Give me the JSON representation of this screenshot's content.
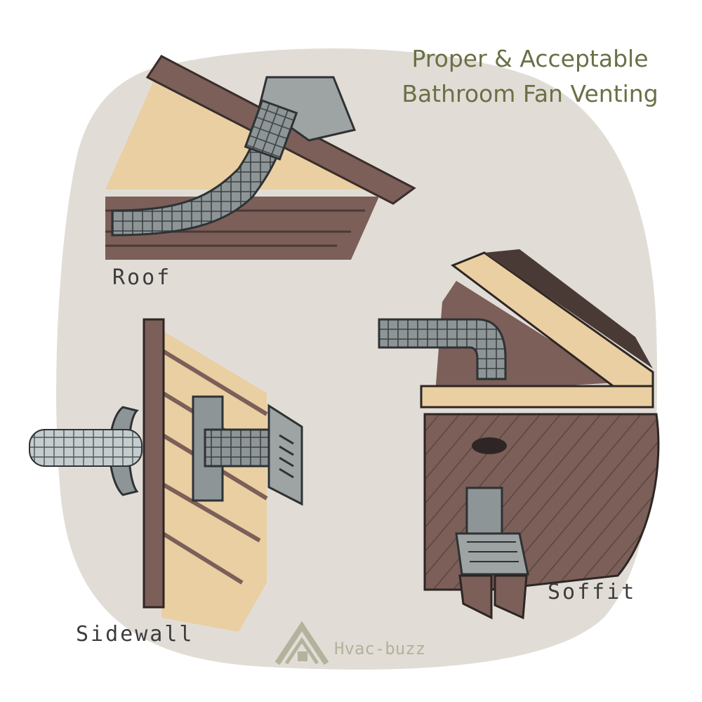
{
  "title_line1": "Proper & Acceptable",
  "title_line2": "Bathroom Fan Venting",
  "labels": {
    "roof": "Roof",
    "sidewall": "Sidewall",
    "soffit": "Soffit"
  },
  "logo": "Hvac-buzz",
  "colors": {
    "background_blob": "#e1ddd6",
    "wood_brown": "#7b5f58",
    "wood_tan": "#e9cfa2",
    "metal_gray": "#8e9597",
    "title_olive": "#6b7046"
  }
}
